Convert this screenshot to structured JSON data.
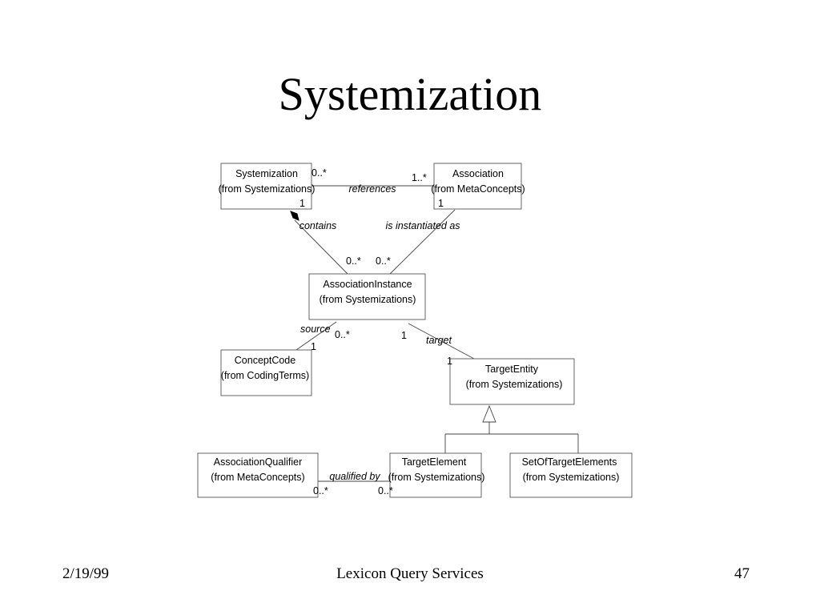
{
  "slide": {
    "title": "Systemization",
    "footer_date": "2/19/99",
    "footer_center": "Lexicon Query Services",
    "page_number": "47"
  },
  "classes": {
    "systemization": {
      "name": "Systemization",
      "package": "(from Systemizations)"
    },
    "association": {
      "name": "Association",
      "package": "(from MetaConcepts)"
    },
    "association_instance": {
      "name": "AssociationInstance",
      "package": "(from Systemizations)"
    },
    "concept_code": {
      "name": "ConceptCode",
      "package": "(from CodingTerms)"
    },
    "target_entity": {
      "name": "TargetEntity",
      "package": "(from Systemizations)"
    },
    "association_qualifier": {
      "name": "AssociationQualifier",
      "package": "(from MetaConcepts)"
    },
    "target_element": {
      "name": "TargetElement",
      "package": "(from Systemizations)"
    },
    "set_of_target_elements": {
      "name": "SetOfTargetElements",
      "package": "(from Systemizations)"
    }
  },
  "relations": {
    "references": {
      "label": "references",
      "source_mult": "0..*",
      "target_mult": "1..*"
    },
    "contains": {
      "label": "contains",
      "source_mult": "1",
      "target_mult": "0..*"
    },
    "instantiated": {
      "label": "is instantiated as",
      "source_mult": "1",
      "target_mult": "0..*"
    },
    "source": {
      "label": "source",
      "near_mult": "1",
      "far_mult": "0..*"
    },
    "target": {
      "label": "target",
      "near_mult": "1",
      "far_mult": "1"
    },
    "qualified_by": {
      "label": "qualified by",
      "left_mult": "0..*",
      "right_mult": "0..*"
    }
  }
}
